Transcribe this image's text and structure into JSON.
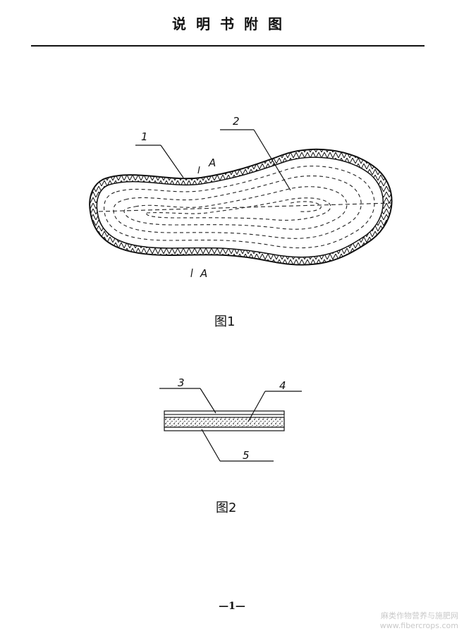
{
  "header": {
    "title": "说明书附图"
  },
  "figure1": {
    "caption": "图1",
    "callouts": {
      "part1": "1",
      "part2": "2",
      "section_mark_top": "A",
      "section_mark_bottom": "A"
    }
  },
  "figure2": {
    "caption": "图2",
    "callouts": {
      "part3": "3",
      "part4": "4",
      "part5": "5"
    }
  },
  "footer": {
    "page_number": "—1—"
  },
  "watermark": {
    "line1": "麻类作物营养与施肥网",
    "line2": "www.fibercrops.com"
  }
}
